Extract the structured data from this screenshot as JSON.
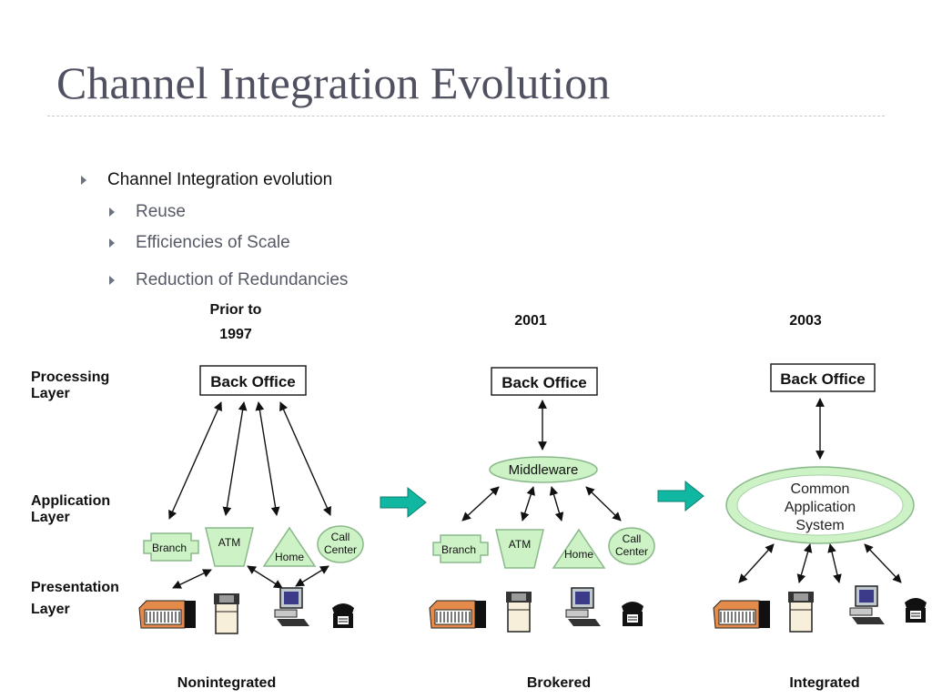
{
  "slide": {
    "title": "Channel Integration Evolution",
    "bullets": [
      {
        "text": "Channel Integration evolution",
        "level": 1
      },
      {
        "text": "Reuse",
        "level": 2
      },
      {
        "text": "Efficiencies of Scale",
        "level": 2
      },
      {
        "text": "Reduction of Redundancies",
        "level": 2
      }
    ]
  },
  "diagram": {
    "layers": [
      {
        "line1": "Processing",
        "line2": "Layer"
      },
      {
        "line1": "Application",
        "line2": "Layer"
      },
      {
        "line1": "Presentation",
        "line2": "Layer"
      }
    ],
    "eras": [
      {
        "year_line1": "Prior to",
        "year_line2": "1997",
        "model": "Nonintegrated"
      },
      {
        "year": "2001",
        "model": "Brokered"
      },
      {
        "year": "2003",
        "model": "Integrated"
      }
    ],
    "back_office": "Back Office",
    "middleware": "Middleware",
    "common_app": {
      "line1": "Common",
      "line2": "Application",
      "line3": "System"
    },
    "channels": {
      "branch": "Branch",
      "atm": "ATM",
      "home": "Home",
      "call_center_line1": "Call",
      "call_center_line2": "Center"
    },
    "colors": {
      "shape_fill": "#ccf2c6",
      "shape_stroke": "#8ab88a",
      "arrow_fill": "#10b8a2",
      "device_orange": "#e48a4a",
      "title": "#4f5160"
    }
  }
}
